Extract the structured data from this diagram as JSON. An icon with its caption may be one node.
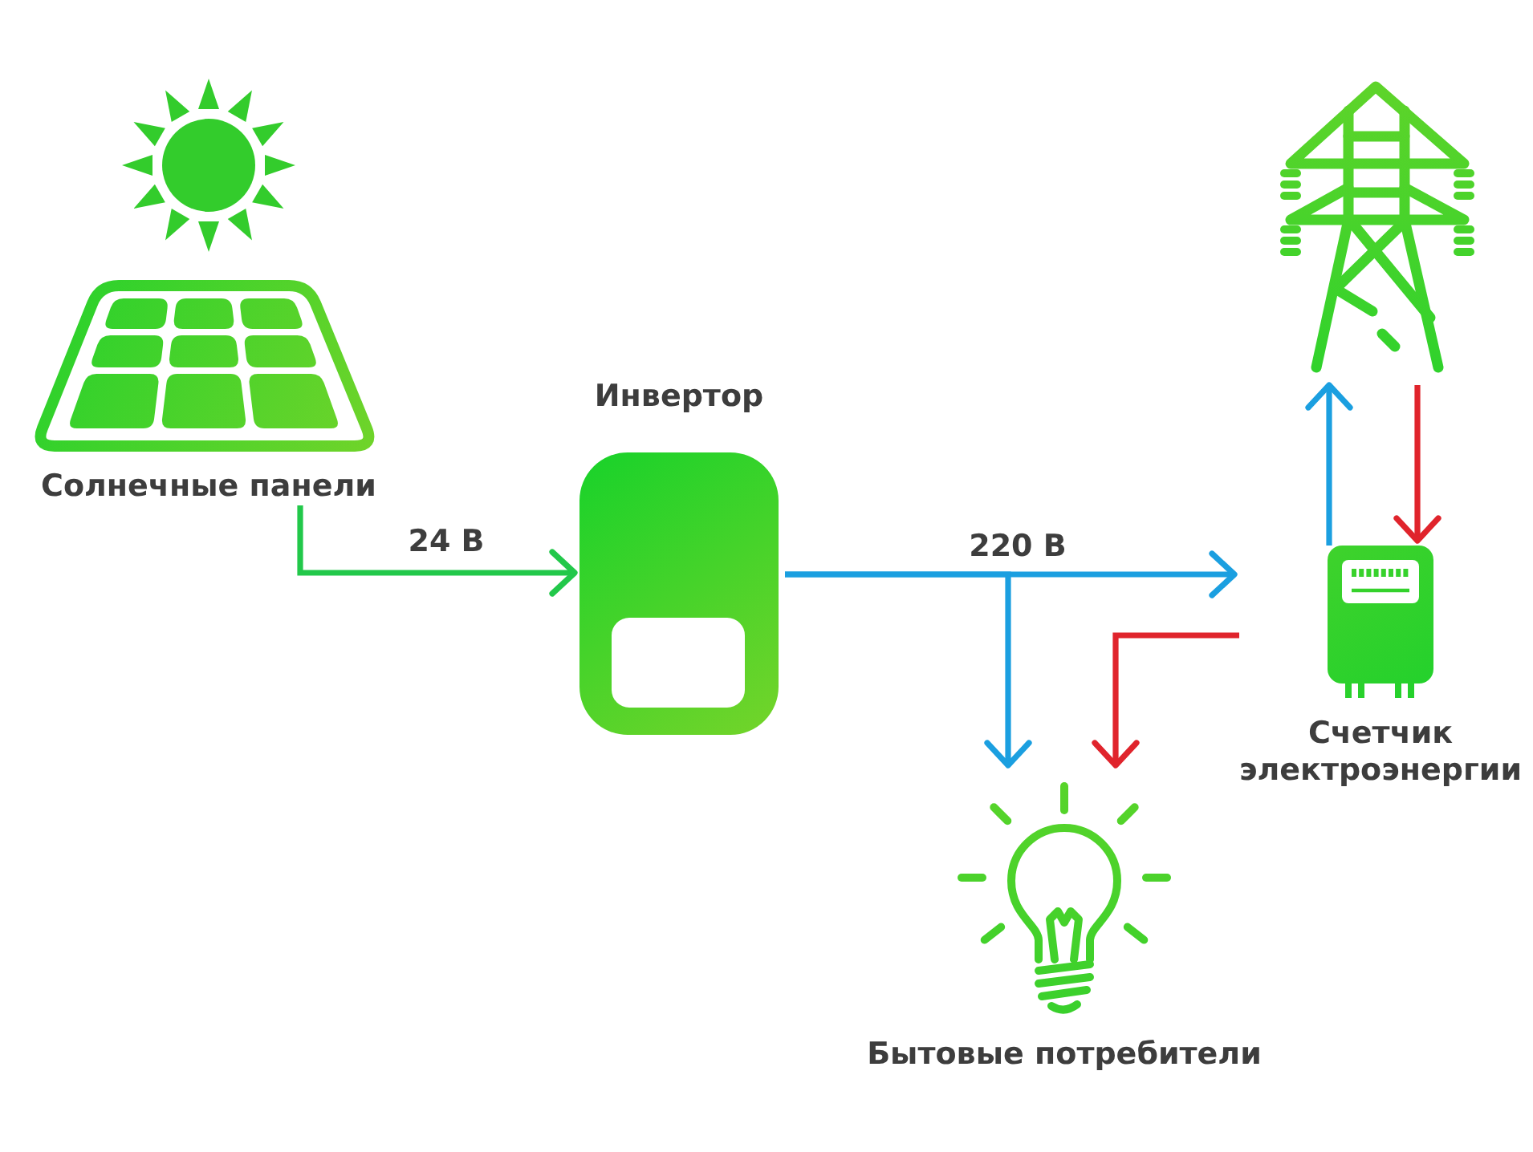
{
  "diagram": {
    "nodes": [
      {
        "text": [
          "Солнечные панели"
        ]
      },
      {
        "text": [
          "Инвертор"
        ]
      },
      {
        "text": [],
        "shape": "picture"
      },
      {
        "text": [
          "Счетчик электроэнергии"
        ]
      },
      {
        "text": [
          "Бытовые потребители"
        ]
      }
    ],
    "edges": [
      {
        "from": 0,
        "to": 1,
        "arrow": "to",
        "label": "24 В",
        "color": "#22c84a"
      },
      {
        "from": 1,
        "to": 3,
        "arrow": "to",
        "label": "220 В"
      },
      {
        "from": 1,
        "to": 4,
        "arrow": "to"
      },
      {
        "from": 3,
        "to": 4,
        "arrow": "to",
        "color": "#e0242c"
      },
      {
        "from": 3,
        "to": 2,
        "arrow": "to"
      },
      {
        "from": 2,
        "to": 3,
        "arrow": "to",
        "color": "#e0242c"
      }
    ]
  }
}
